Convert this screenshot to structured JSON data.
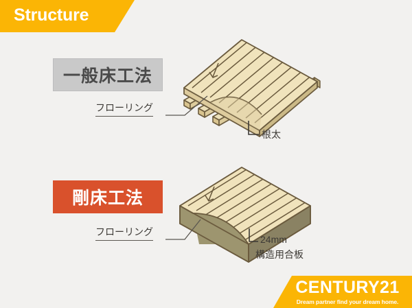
{
  "header": {
    "title": "Structure"
  },
  "sections": [
    {
      "id": "general-floor-method",
      "chip_label": "一般床工法",
      "chip_bg": "#c9c9c9",
      "chip_text_color": "#4a4a4a",
      "callouts": {
        "flooring": "フローリング",
        "joist": "根太"
      }
    },
    {
      "id": "rigid-floor-method",
      "chip_label": "剛床工法",
      "chip_bg": "#d9512c",
      "chip_text_color": "#ffffff",
      "callouts": {
        "flooring": "フローリング",
        "plywood_thickness": "24mm",
        "plywood_name": "構造用合板"
      }
    }
  ],
  "logo": {
    "name": "CENTURY21",
    "tagline": "Dream partner find your dream home.",
    "bg": "#fbb505",
    "text_color": "#ffffff"
  },
  "colors": {
    "background": "#f2f1ef",
    "accent_yellow": "#fbb505",
    "accent_red": "#d9512c",
    "chip_gray": "#c9c9c9",
    "wood_light": "#f0e3bc",
    "wood_mid": "#e6d5a8",
    "wood_shade": "#d9c48f",
    "wood_outline": "#6b5b3e",
    "plywood_body": "#9d956f",
    "plywood_shade": "#8a8263",
    "leader_line": "#5a5650"
  },
  "icons": {
    "header_banner": "angled-banner-shape",
    "logo_banner": "angled-banner-shape"
  }
}
